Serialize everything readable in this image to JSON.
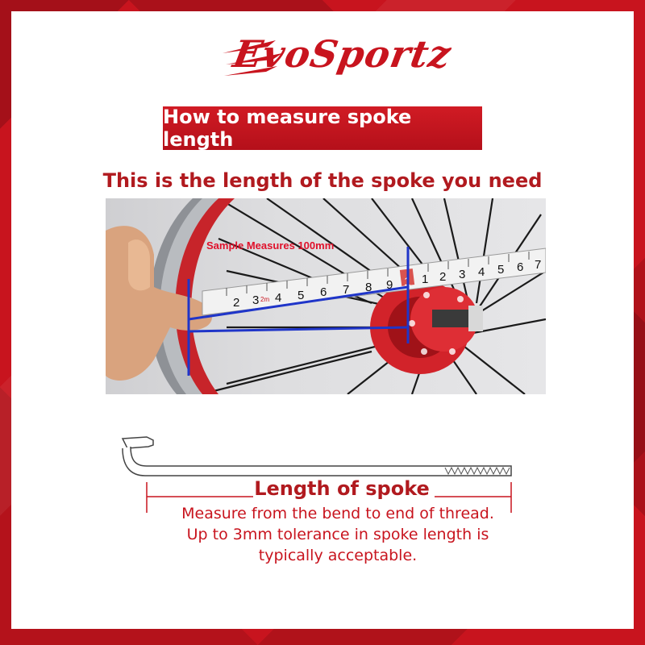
{
  "brand": {
    "name": "EvoSportz",
    "color": "#c8141e"
  },
  "banner": {
    "text": "How to measure spoke length",
    "background": "#c8141e"
  },
  "subtitle": "This is the length of the spoke you need",
  "photo": {
    "label": "Sample Measures 100mm",
    "tape_numbers": [
      "2",
      "3",
      "4",
      "5",
      "6",
      "7",
      "8",
      "9",
      "1",
      "1",
      "2",
      "3",
      "4",
      "5",
      "6",
      "7"
    ],
    "tape_small_label": "2m"
  },
  "diagram": {
    "title": "Length of spoke",
    "lines": [
      "Measure from the bend to end of thread.",
      "Up to 3mm tolerance in spoke length is",
      "typically acceptable."
    ]
  }
}
